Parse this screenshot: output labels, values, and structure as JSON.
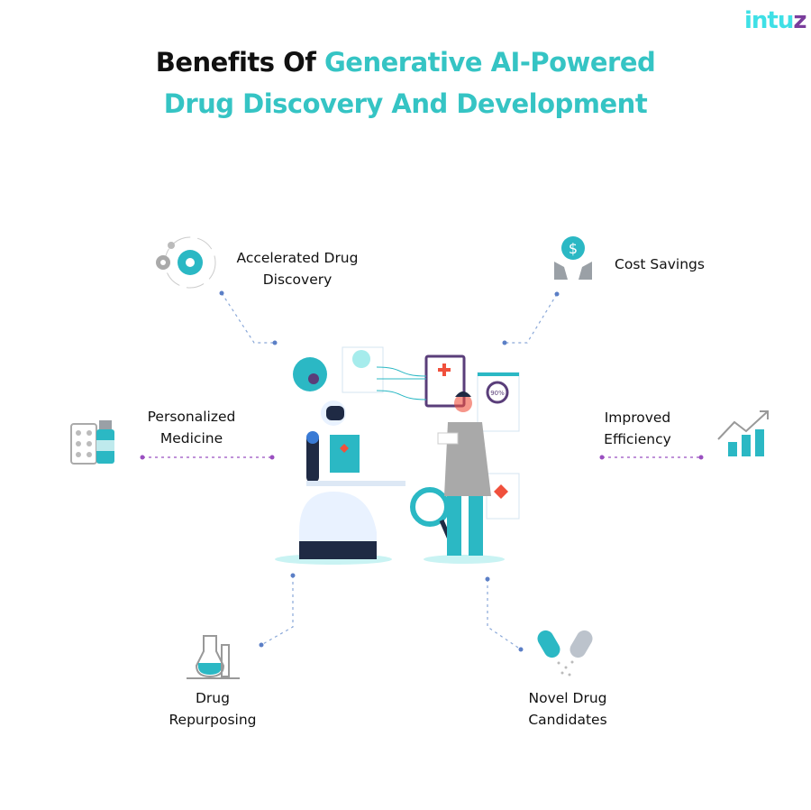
{
  "logo": {
    "text_main": "intu",
    "text_accent": "z"
  },
  "title": {
    "line1_black": "Benefits Of ",
    "line1_teal": "Generative AI-Powered",
    "line2_teal": "Drug Discovery And Development"
  },
  "benefits": [
    {
      "label": "Accelerated Drug Discovery",
      "icon": "gears-icon"
    },
    {
      "label": "Cost Savings",
      "icon": "dollar-hands-icon"
    },
    {
      "label": "Personalized Medicine",
      "icon": "pills-bottle-icon"
    },
    {
      "label": "Improved Efficiency",
      "icon": "growth-chart-icon"
    },
    {
      "label": "Drug Repurposing",
      "icon": "lab-flask-icon"
    },
    {
      "label": "Novel Drug Candidates",
      "icon": "capsule-icon"
    }
  ],
  "illustration": {
    "progress_text": "90%"
  },
  "colors": {
    "teal": "#35c4c4",
    "purple": "#7a3d9c",
    "navy": "#1f2a44",
    "red": "#f0503c"
  }
}
